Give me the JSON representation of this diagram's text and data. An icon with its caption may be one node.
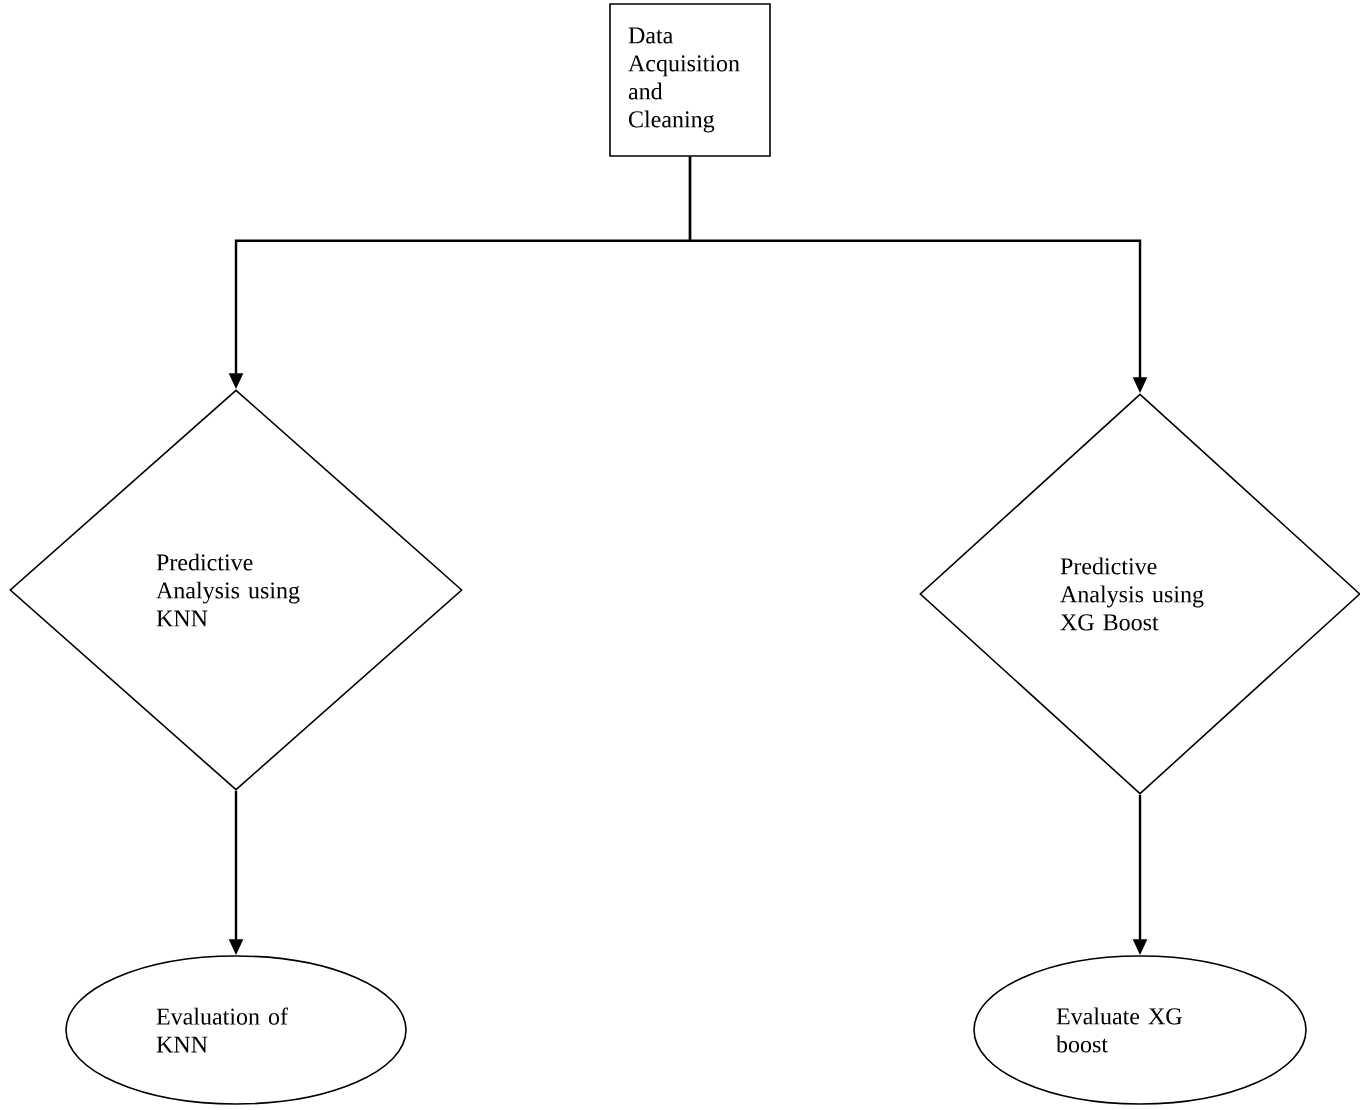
{
  "diagram": {
    "nodes": [
      {
        "text": [
          "Data Acquisition and Cleaning"
        ]
      },
      {
        "text": [
          "Predictive Analysis using KNN"
        ]
      },
      {
        "text": [
          "Predictive Analysis using XG Boost"
        ]
      },
      {
        "text": [
          "Evaluation of KNN"
        ]
      },
      {
        "text": [
          "Evaluate XG boost"
        ]
      }
    ],
    "edges": [
      {
        "from": 0,
        "to": 1,
        "arrow": "to"
      },
      {
        "from": 0,
        "to": 2,
        "arrow": "to"
      },
      {
        "from": 1,
        "to": 3,
        "arrow": "to"
      },
      {
        "from": 2,
        "to": 4,
        "arrow": "to"
      }
    ]
  }
}
